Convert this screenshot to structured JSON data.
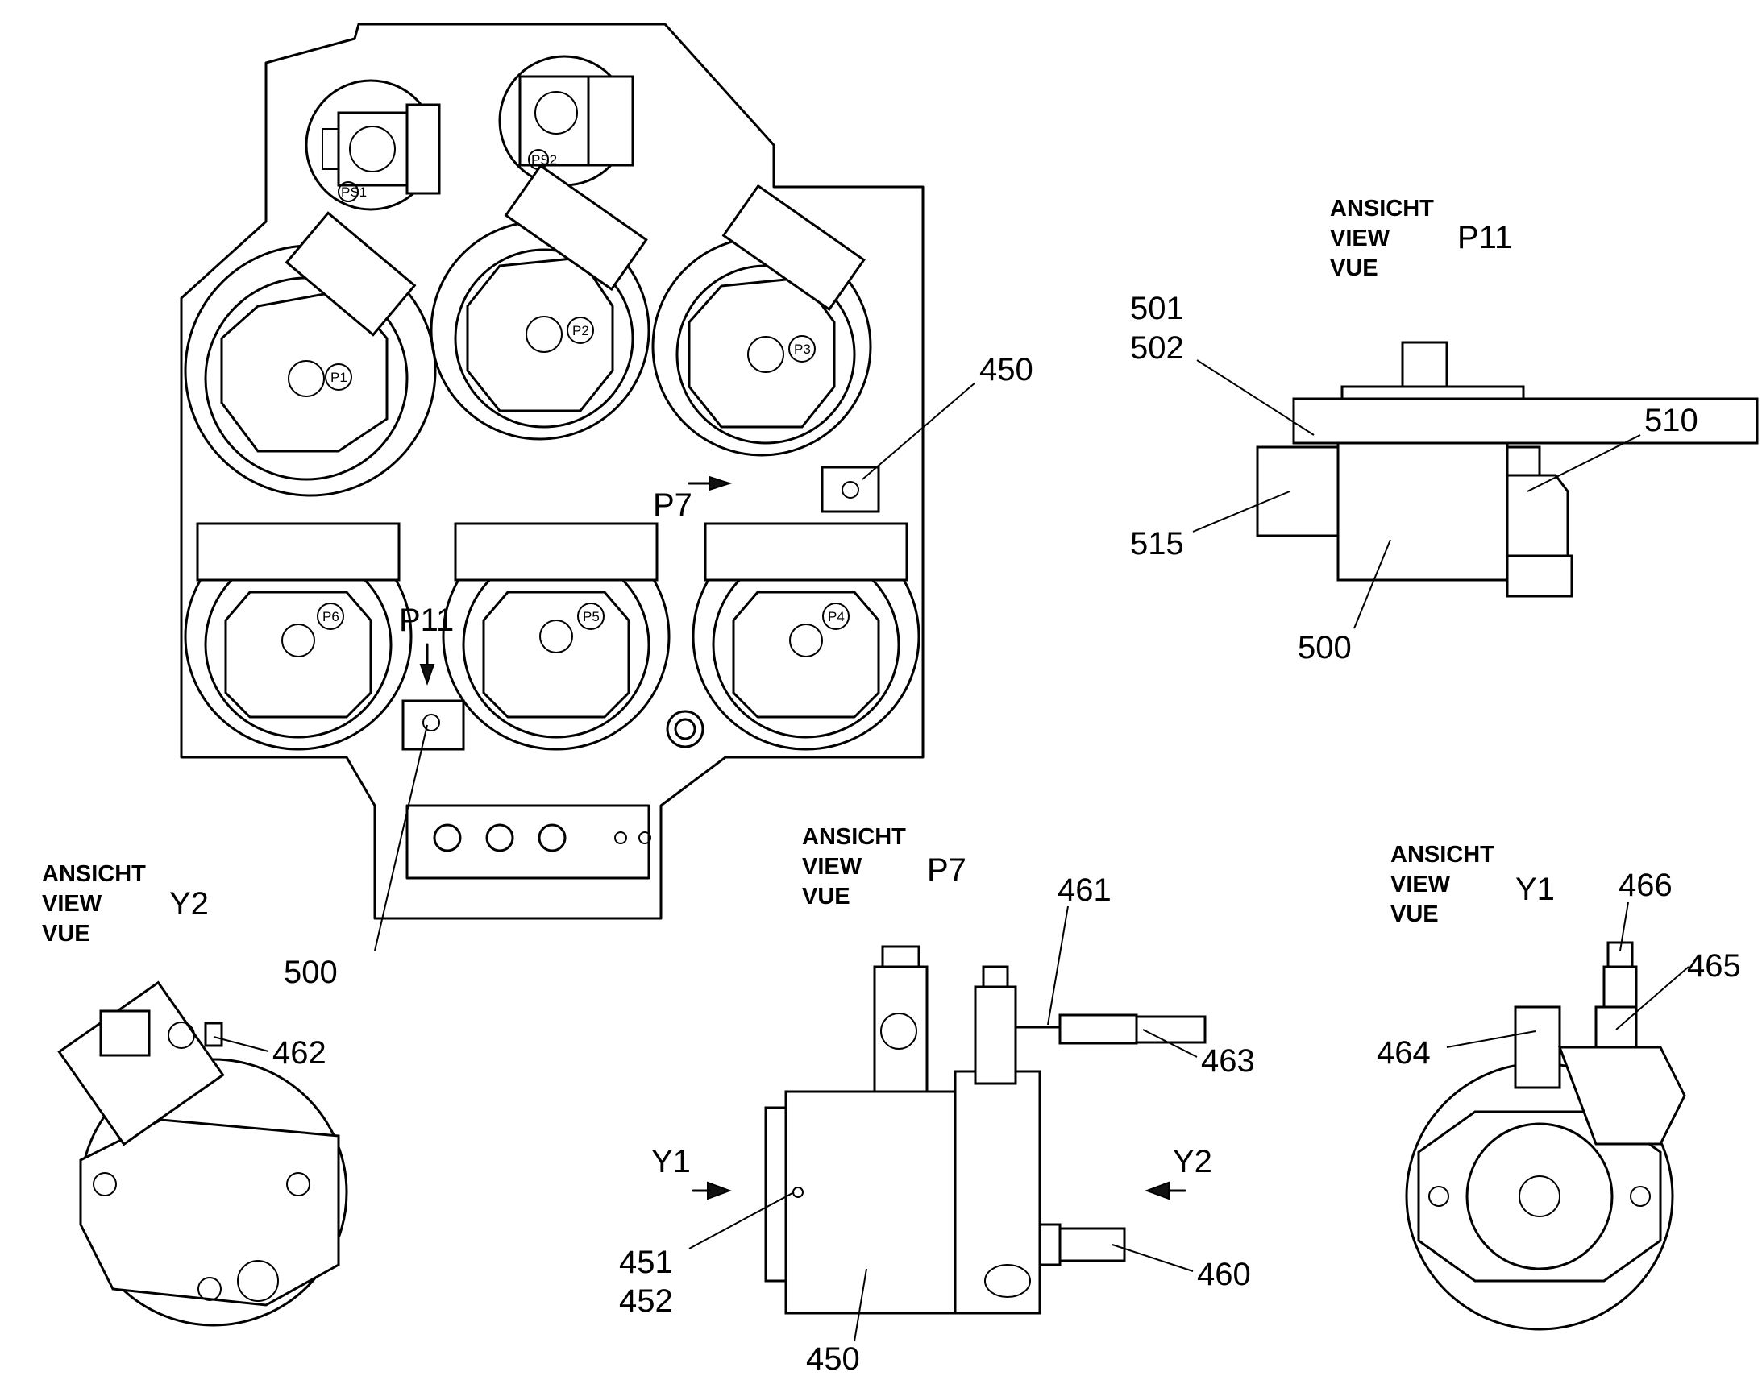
{
  "view_headings": {
    "ansicht": "ANSICHT",
    "view": "VIEW",
    "vue": "VUE"
  },
  "views": {
    "p11": "P11",
    "p7": "P7",
    "y1": "Y1",
    "y2": "Y2"
  },
  "pump_tags": {
    "p1": "P1",
    "p2": "P2",
    "p3": "P3",
    "p4": "P4",
    "p5": "P5",
    "p6": "P6",
    "ps1": "PS1",
    "ps2": "PS2"
  },
  "callouts": {
    "c450_main": "450",
    "c500_main": "500",
    "c501": "501",
    "c502": "502",
    "c510": "510",
    "c515": "515",
    "c500_p11": "500",
    "c461": "461",
    "c463": "463",
    "c451": "451",
    "c452": "452",
    "c460": "460",
    "c450_p7": "450",
    "c462": "462",
    "c466": "466",
    "c465": "465",
    "c464": "464"
  }
}
